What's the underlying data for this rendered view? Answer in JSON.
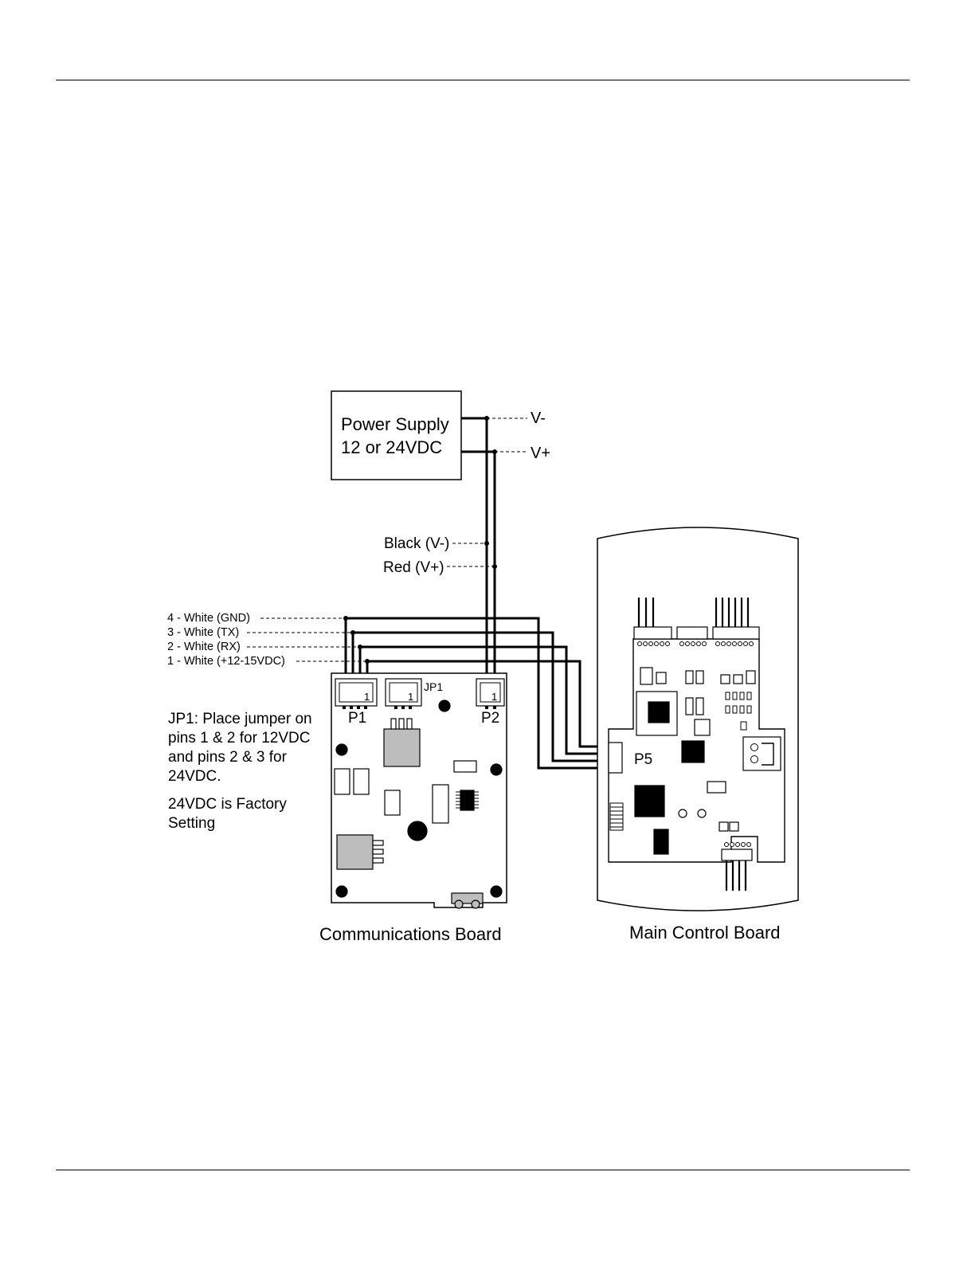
{
  "power_supply": {
    "line1": "Power Supply",
    "line2": "12 or 24VDC"
  },
  "ps_terminals": {
    "neg": "V-",
    "pos": "V+"
  },
  "power_wires": {
    "black": "Black (V-)",
    "red": "Red (V+)"
  },
  "comm_wires": [
    "4 - White (GND)",
    "3 - White (TX)",
    "2 - White (RX)",
    "1 - White (+12-15VDC)"
  ],
  "connectors": {
    "p1": "P1",
    "p2": "P2",
    "p5": "P5",
    "jp1": "JP1",
    "pin1": "1"
  },
  "jp1_note": [
    "JP1: Place jumper on",
    "pins 1 & 2 for 12VDC",
    "and pins 2 & 3 for",
    "24VDC."
  ],
  "factory_note": [
    "24VDC is Factory",
    "Setting"
  ],
  "captions": {
    "comm_board": "Communications Board",
    "main_board": "Main Control Board"
  }
}
